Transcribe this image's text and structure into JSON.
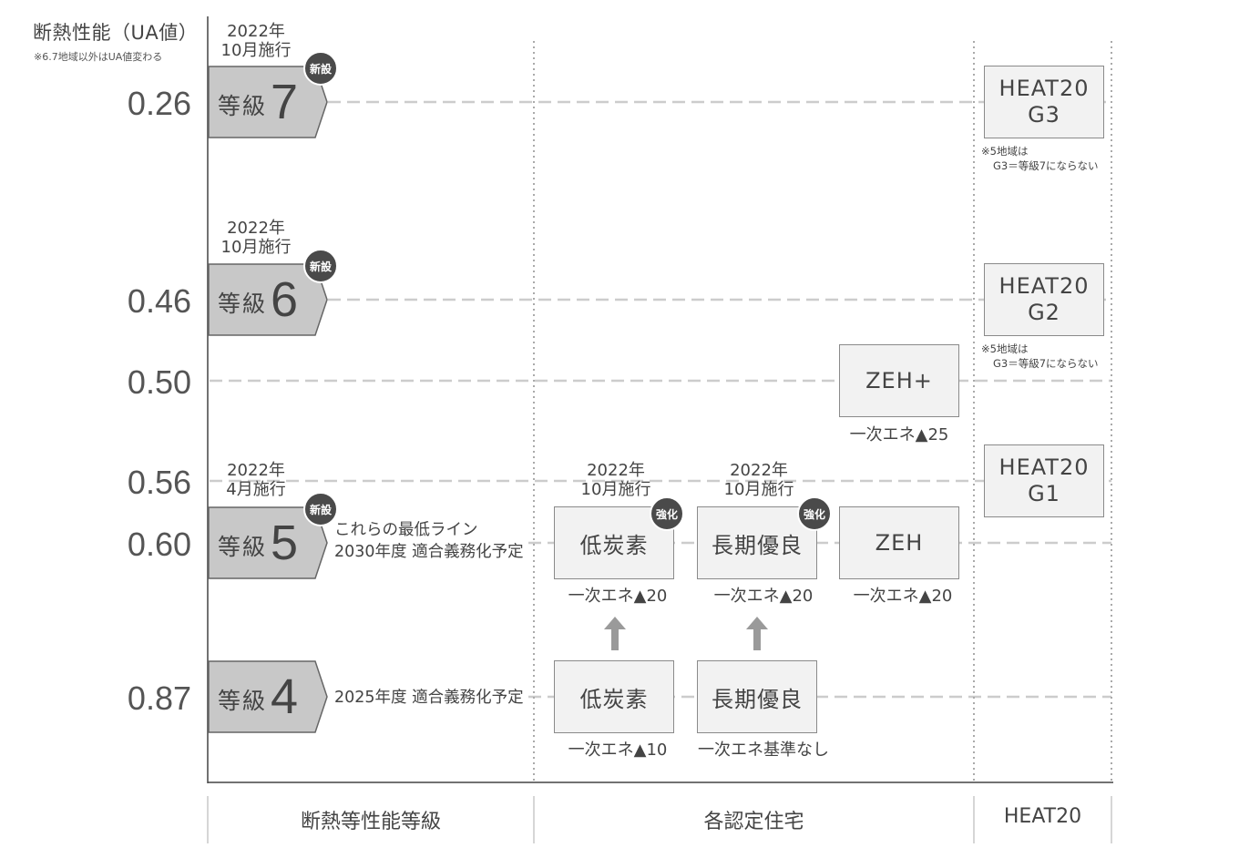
{
  "axis": {
    "title": "断熱性能（UA値）",
    "note": "※6.7地域以外はUA値変わる"
  },
  "levels": [
    "0.26",
    "0.46",
    "0.50",
    "0.56",
    "0.60",
    "0.87"
  ],
  "grades": [
    {
      "word": "等級",
      "num": "7",
      "badge": "新設",
      "date_year": "2022年",
      "date_month": "10月施行"
    },
    {
      "word": "等級",
      "num": "6",
      "badge": "新設",
      "date_year": "2022年",
      "date_month": "10月施行"
    },
    {
      "word": "等級",
      "num": "5",
      "badge": "新設",
      "date_year": "2022年",
      "date_month": "4月施行",
      "desc1": "これらの最低ライン",
      "desc2": "2030年度 適合義務化予定"
    },
    {
      "word": "等級",
      "num": "4",
      "desc1": "2025年度 適合義務化予定"
    }
  ],
  "certs": {
    "zeh_plus": {
      "label": "ZEH+",
      "sub": "一次エネ▲25"
    },
    "teitanso_new": {
      "label": "低炭素",
      "sub": "一次エネ▲20",
      "badge": "強化",
      "date_year": "2022年",
      "date_month": "10月施行"
    },
    "choki_new": {
      "label": "長期優良",
      "sub": "一次エネ▲20",
      "badge": "強化",
      "date_year": "2022年",
      "date_month": "10月施行"
    },
    "zeh": {
      "label": "ZEH",
      "sub": "一次エネ▲20"
    },
    "teitanso_old": {
      "label": "低炭素",
      "sub": "一次エネ▲10"
    },
    "choki_old": {
      "label": "長期優良",
      "sub": "一次エネ基準なし"
    }
  },
  "heat20": {
    "g3": {
      "line1": "HEAT20",
      "line2": "G3",
      "note1": "※5地域は",
      "note2": "G3＝等級7にならない"
    },
    "g2": {
      "line1": "HEAT20",
      "line2": "G2",
      "note1": "※5地域は",
      "note2": "G3＝等級7にならない"
    },
    "g1": {
      "line1": "HEAT20",
      "line2": "G1"
    }
  },
  "columns": {
    "col1": "断熱等性能等級",
    "col2": "各認定住宅",
    "col3": "HEAT20"
  },
  "colors": {
    "grade_fill": "#c8c8c8",
    "grade_stroke": "#666666",
    "box_fill": "#f2f2f2",
    "badge_fill": "#4a4a4a",
    "arrow": "#9a9a9a",
    "dash": "#cccccc",
    "dotted": "#aaaaaa"
  }
}
